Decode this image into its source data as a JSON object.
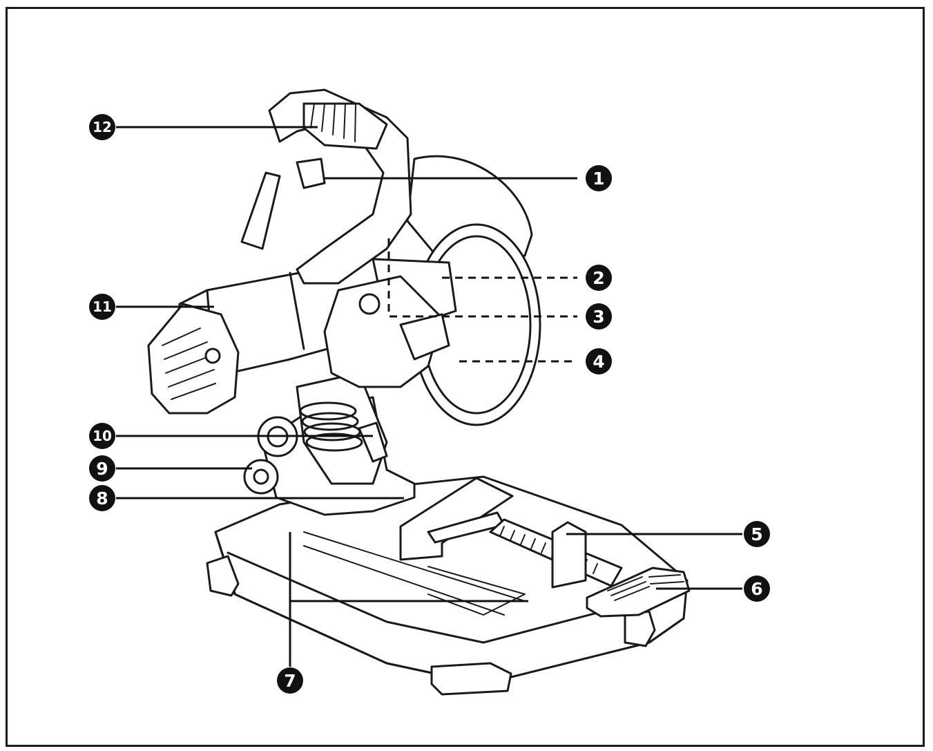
{
  "diagram": {
    "callouts": [
      {
        "id": "1",
        "label": "1"
      },
      {
        "id": "2",
        "label": "2"
      },
      {
        "id": "3",
        "label": "3"
      },
      {
        "id": "4",
        "label": "4"
      },
      {
        "id": "5",
        "label": "5"
      },
      {
        "id": "6",
        "label": "6"
      },
      {
        "id": "7",
        "label": "7"
      },
      {
        "id": "8",
        "label": "8"
      },
      {
        "id": "9",
        "label": "9"
      },
      {
        "id": "10",
        "label": "10"
      },
      {
        "id": "11",
        "label": "11"
      },
      {
        "id": "12",
        "label": "12"
      }
    ],
    "colors": {
      "line": "#1a1a1a",
      "fill": "#ffffff",
      "marker": "#111111"
    }
  }
}
